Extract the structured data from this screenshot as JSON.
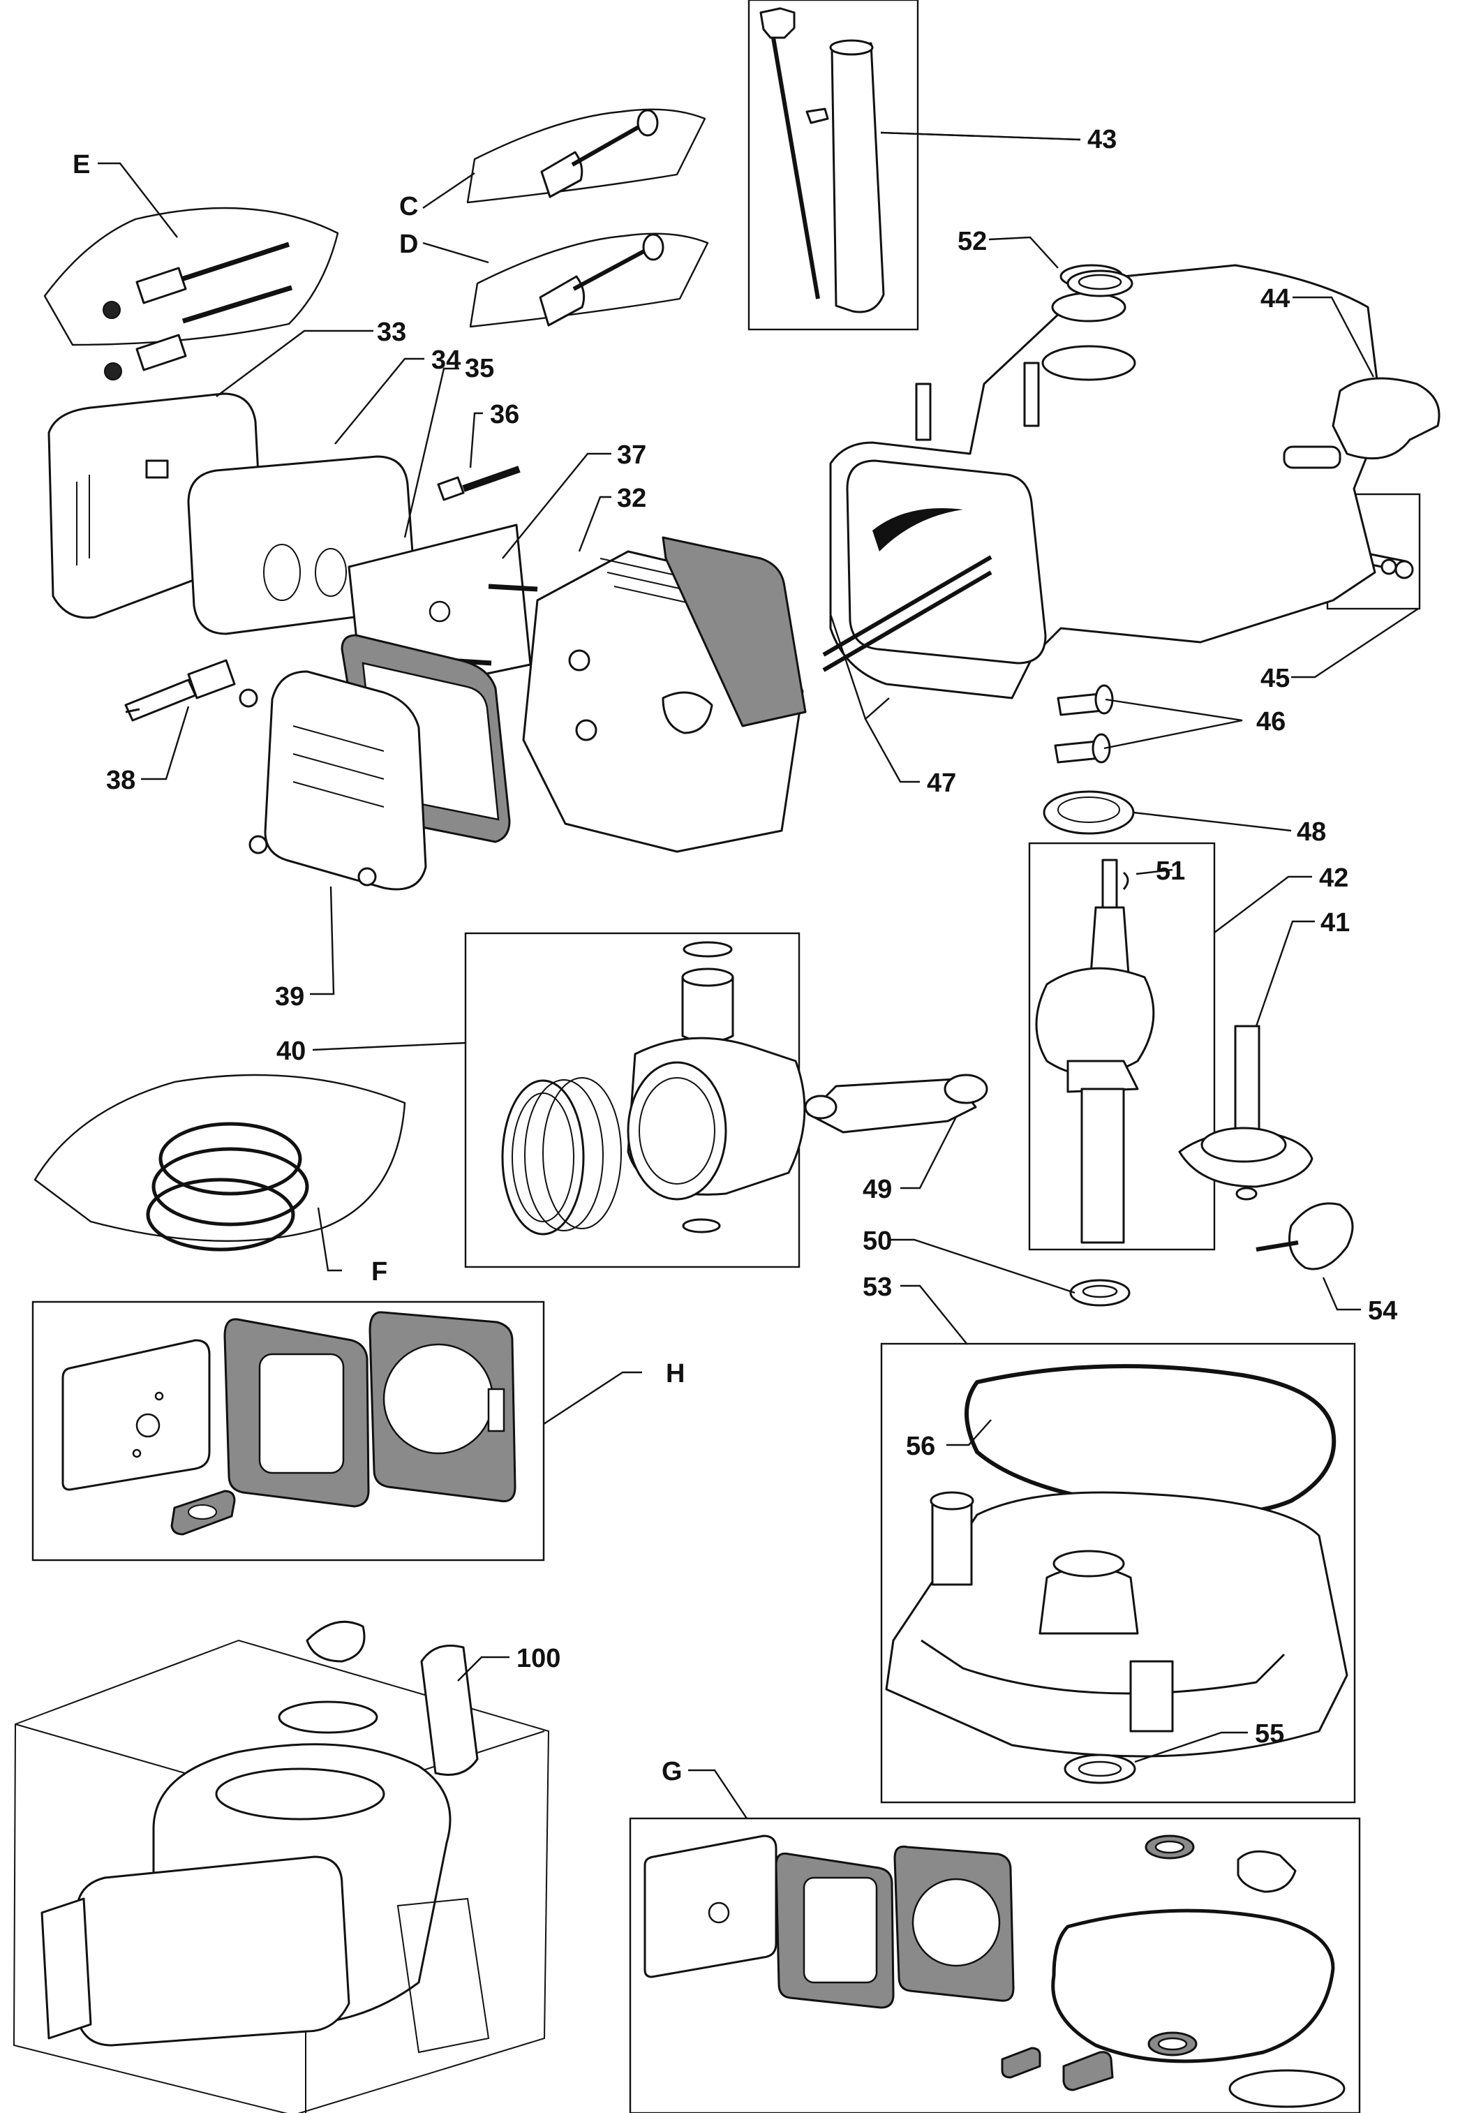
{
  "callouts": {
    "E": "E",
    "C": "C",
    "D": "D",
    "F": "F",
    "G": "G",
    "H": "H",
    "n32": "32",
    "n33": "33",
    "n34": "34",
    "n35": "35",
    "n36": "36",
    "n37": "37",
    "n38": "38",
    "n39": "39",
    "n40": "40",
    "n41": "41",
    "n42": "42",
    "n43": "43",
    "n44": "44",
    "n45": "45",
    "n46": "46",
    "n47": "47",
    "n48": "48",
    "n49": "49",
    "n50": "50",
    "n51": "51",
    "n52": "52",
    "n53": "53",
    "n54": "54",
    "n55": "55",
    "n56": "56",
    "n100": "100"
  }
}
